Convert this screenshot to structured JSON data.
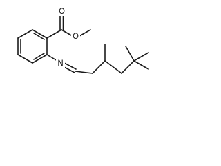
{
  "molecule": {
    "atoms": {
      "carbonyl_oxygen": "O",
      "ester_oxygen": "O",
      "imine_nitrogen": "N"
    },
    "colors": {
      "bond": "#1a1a1a",
      "label": "#1a1a1a",
      "background": "#ffffff"
    }
  }
}
